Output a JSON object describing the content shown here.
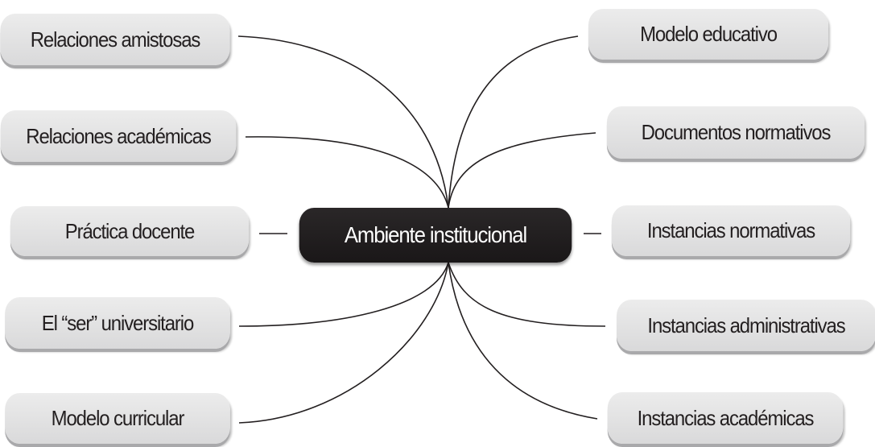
{
  "center": {
    "label": "Ambiente institucional"
  },
  "left_nodes": [
    {
      "label": "Relaciones amistosas"
    },
    {
      "label": "Relaciones académicas"
    },
    {
      "label": "Práctica docente"
    },
    {
      "label": "El “ser” universitario"
    },
    {
      "label": "Modelo curricular"
    }
  ],
  "right_nodes": [
    {
      "label": "Modelo educativo"
    },
    {
      "label": "Documentos normativos"
    },
    {
      "label": "Instancias normativas"
    },
    {
      "label": "Instancias administrativas"
    },
    {
      "label": "Instancias académicas"
    }
  ]
}
